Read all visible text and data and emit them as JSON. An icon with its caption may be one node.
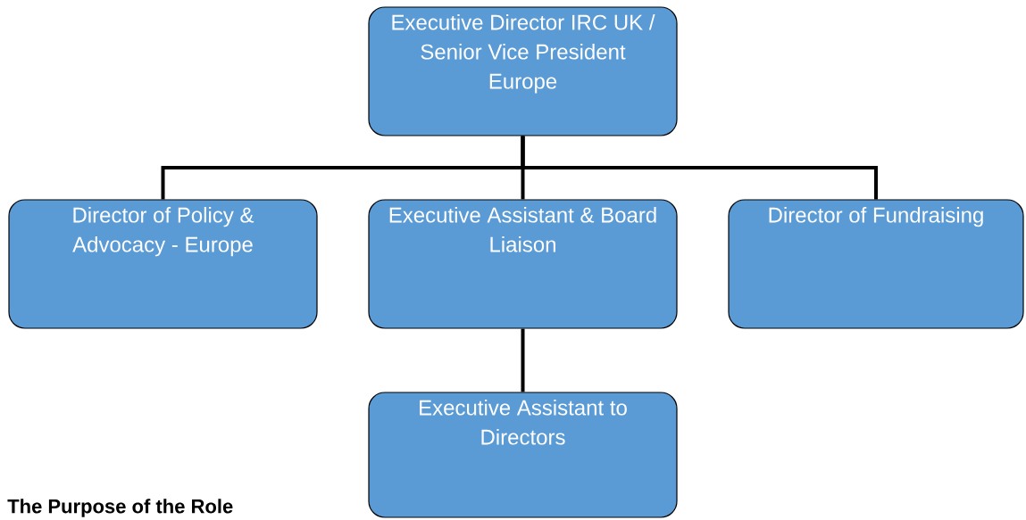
{
  "diagram": {
    "nodes": [
      {
        "text": [
          "Executive Director IRC UK / Senior Vice President Europe"
        ]
      },
      {
        "text": [
          "Director of Policy & Advocacy - Europe"
        ]
      },
      {
        "text": [
          "Executive Assistant & Board Liaison"
        ]
      },
      {
        "text": [
          "Director of Fundraising"
        ]
      },
      {
        "text": [
          "Executive Assistant to Directors"
        ]
      }
    ],
    "edges": [
      {
        "from": 0,
        "to": 1,
        "arrow": "none"
      },
      {
        "from": 0,
        "to": 2,
        "arrow": "none"
      },
      {
        "from": 0,
        "to": 3,
        "arrow": "none"
      },
      {
        "from": 2,
        "to": 4,
        "arrow": "none"
      }
    ],
    "labels": [
      "The Purpose of the Role"
    ]
  }
}
